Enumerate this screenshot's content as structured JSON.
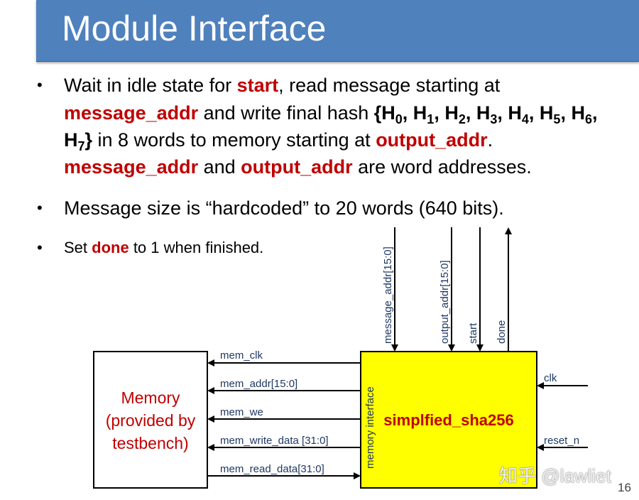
{
  "title": "Module Interface",
  "bullet1": {
    "l1_a": "Wait in idle state for ",
    "l1_start": "start",
    "l1_b": ", read message starting at",
    "l2_addr": "message_addr",
    "l2_b": " and write final hash ",
    "l2_hash": "{H",
    "h0": "0",
    "h1": "1",
    "h2": "2",
    "h3": "3",
    "h4": "4",
    "h5": "5",
    "h6": "6",
    "h7": "7",
    "hsep": ", H",
    "l3_close": "}",
    "l3_b": " in 8 words to memory starting at ",
    "l3_out": "output_addr",
    "l3_dot": ".",
    "l4_addr": "message_addr",
    "l4_and": " and ",
    "l4_out": "output_addr",
    "l4_b": " are word addresses."
  },
  "bullet2": {
    "text": "Message size is “hardcoded” to 20 words (640 bits)."
  },
  "bullet3": {
    "a": "Set ",
    "done": "done",
    "b": " to 1 when finished."
  },
  "diagram": {
    "memory_label": [
      "Memory",
      "(provided by",
      "testbench)"
    ],
    "sha_label": "simplfied_sha256",
    "memory_interface_label": "memory interface",
    "mem_signals": [
      "mem_clk",
      "mem_addr[15:0]",
      "mem_we",
      "mem_write_data [31:0]",
      "mem_read_data[31:0]"
    ],
    "top_signals": [
      "message_addr[15:0]",
      "output_addr[15:0]",
      "start",
      "done"
    ],
    "right_signals": [
      "clk",
      "reset_n"
    ],
    "colors": {
      "title_bar": "#4f81bd",
      "emphasis": "#c00000",
      "sha_fill": "#ffff00",
      "signal_text": "#1f3864"
    }
  },
  "watermark": "知乎 @lawliet",
  "page_number": "16"
}
